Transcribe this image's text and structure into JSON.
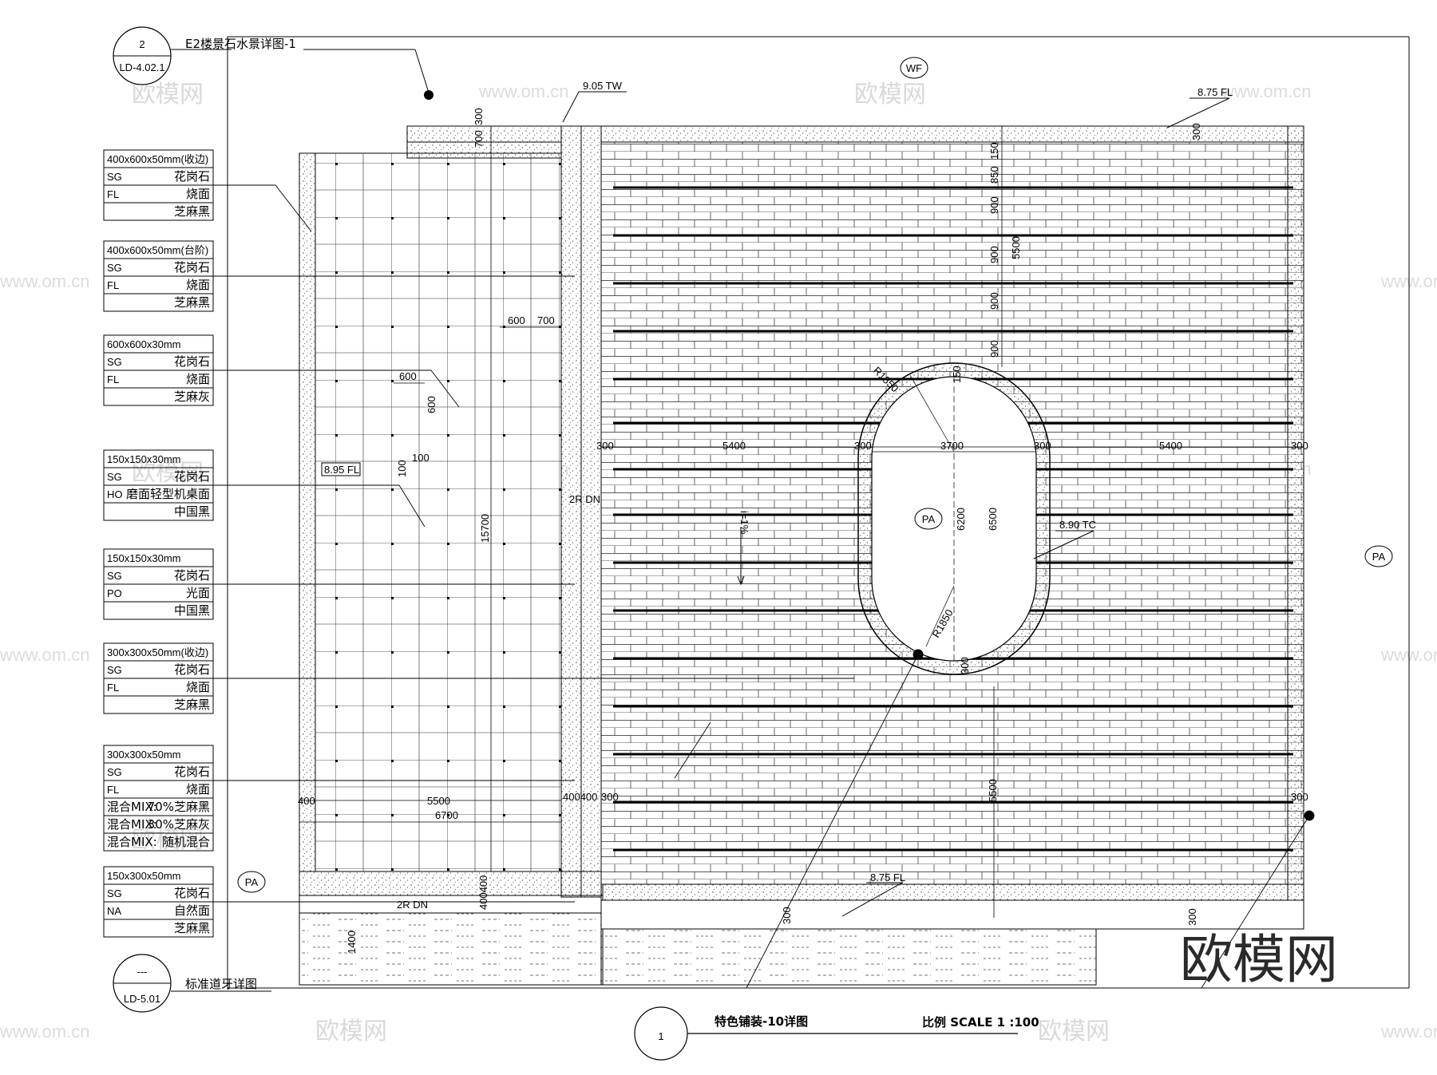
{
  "header": {
    "detail_number": "2",
    "detail_sheet": "LD-4.02.1",
    "detail_title": "E2楼景石水景详图-1"
  },
  "curb_ref": {
    "number": "---",
    "sheet": "LD-5.01",
    "title": "标准道牙详图"
  },
  "footer": {
    "number": "1",
    "title": "特色铺装-10详图",
    "scale": "比例 SCALE 1 :100"
  },
  "legend": [
    {
      "title": "400x600x50mm(收边)",
      "rows": [
        [
          "SG",
          "花岗石"
        ],
        [
          "FL",
          "烧面"
        ],
        [
          "",
          "芝麻黑"
        ]
      ]
    },
    {
      "title": "400x600x50mm(台阶)",
      "rows": [
        [
          "SG",
          "花岗石"
        ],
        [
          "FL",
          "烧面"
        ],
        [
          "",
          "芝麻黑"
        ]
      ]
    },
    {
      "title": "600x600x30mm",
      "rows": [
        [
          "SG",
          "花岗石"
        ],
        [
          "FL",
          "烧面"
        ],
        [
          "",
          "芝麻灰"
        ]
      ]
    },
    {
      "title": "150x150x30mm",
      "rows": [
        [
          "SG",
          "花岗石"
        ],
        [
          "HO",
          "磨面轻型机桌面"
        ],
        [
          "",
          "中国黑"
        ]
      ]
    },
    {
      "title": "150x150x30mm",
      "rows": [
        [
          "SG",
          "花岗石"
        ],
        [
          "PO",
          "光面"
        ],
        [
          "",
          "中国黑"
        ]
      ]
    },
    {
      "title": "300x300x50mm(收边)",
      "rows": [
        [
          "SG",
          "花岗石"
        ],
        [
          "FL",
          "烧面"
        ],
        [
          "",
          "芝麻黑"
        ]
      ]
    },
    {
      "title": "300x300x50mm",
      "rows": [
        [
          "SG",
          "花岗石"
        ],
        [
          "FL",
          "烧面"
        ],
        [
          "混合MIX:",
          "70%芝麻黑"
        ],
        [
          "混合MIX:",
          "30%芝麻灰"
        ],
        [
          "混合MIX:",
          "随机混合"
        ]
      ]
    },
    {
      "title": "150x300x50mm",
      "rows": [
        [
          "SG",
          "花岗石"
        ],
        [
          "NA",
          "自然面"
        ],
        [
          "",
          "芝麻黑"
        ]
      ]
    }
  ],
  "tags": {
    "wf": "WF",
    "pa": "PA"
  },
  "levels": {
    "tw": "9.05 TW",
    "fl_top": "8.75 FL",
    "fl_left": "8.95 FL",
    "tc": "8.90 TC",
    "fl_bottom": "8.75 FL",
    "step_down": "2R DN",
    "slope": "i=1%"
  },
  "dims": {
    "d300": "300",
    "d700": "700",
    "d600": "600",
    "d100": "100",
    "d400": "400",
    "d5500": "5500",
    "d6700": "6700",
    "d15700": "15700",
    "d5400": "5400",
    "d3700": "3700",
    "d6200": "6200",
    "d6500": "6500",
    "d5500v": "5500",
    "d150": "150",
    "d900": "900",
    "d850": "850",
    "d1400": "1400",
    "r1850": "R1850",
    "d400400": "400400"
  },
  "watermark": {
    "brand": "欧模网",
    "url": "www.om.cn"
  },
  "colors": {
    "line": "#000000",
    "hatch": "#333333",
    "watermark": "#d9d9d9"
  }
}
